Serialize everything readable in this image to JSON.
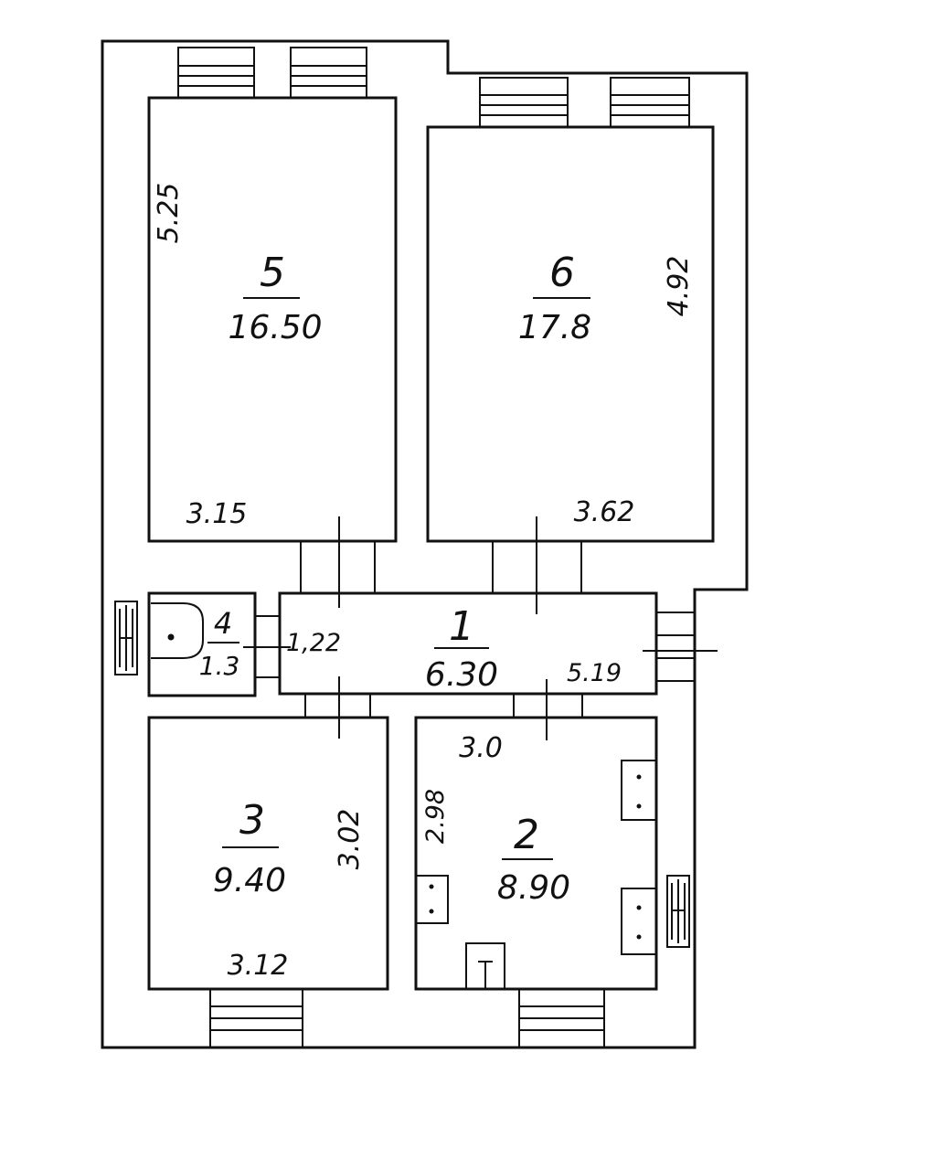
{
  "plan": {
    "rooms": [
      {
        "id": "1",
        "number": "1",
        "area": "6.30"
      },
      {
        "id": "2",
        "number": "2",
        "area": "8.90"
      },
      {
        "id": "3",
        "number": "3",
        "area": "9.40"
      },
      {
        "id": "4",
        "number": "4",
        "area": "1.3"
      },
      {
        "id": "5",
        "number": "5",
        "area": "16.50"
      },
      {
        "id": "6",
        "number": "6",
        "area": "17.8"
      }
    ],
    "dimensions": {
      "room5_height": "5.25",
      "room5_width": "3.15",
      "room6_height": "4.92",
      "room6_width": "3.62",
      "hall_width": "1,22",
      "hall_length": "5.19",
      "room3_height": "3.02",
      "room3_width": "3.12",
      "room2_width": "3.0",
      "room2_height": "2.98"
    },
    "symbols": [
      "bathtub",
      "kitchen-stove",
      "radiator",
      "door",
      "window"
    ]
  }
}
